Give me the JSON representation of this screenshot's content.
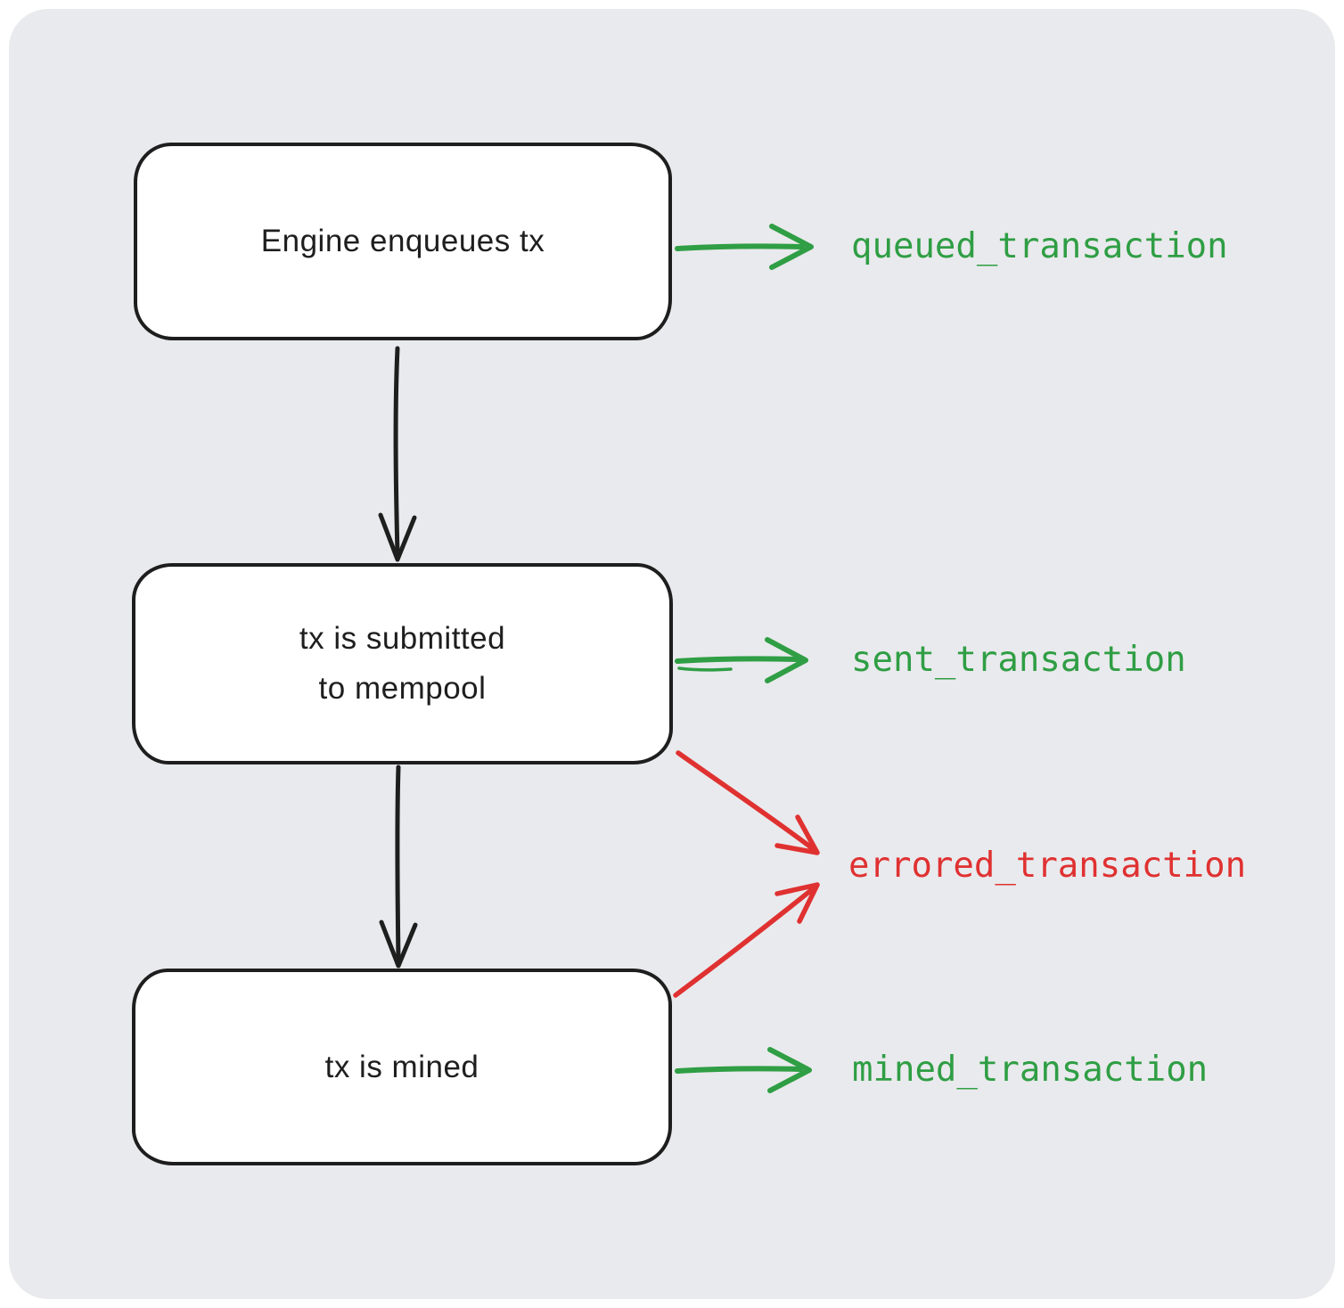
{
  "theme": {
    "bg": "#e9eaed",
    "ink": "#1e1e1e",
    "green": "#2f9e44",
    "red": "#e03131",
    "node-fill": "#ffffff"
  },
  "diagram": {
    "type": "flowchart",
    "nodes": [
      {
        "id": "engine-enqueues-tx",
        "label": "Engine enqueues tx"
      },
      {
        "id": "tx-submitted-to-mempool",
        "label": "tx is submitted\nto mempool"
      },
      {
        "id": "tx-is-mined",
        "label": "tx is mined"
      }
    ],
    "events": [
      {
        "id": "queued",
        "label": "queued_transaction",
        "color": "#2f9e44",
        "source": "engine-enqueues-tx"
      },
      {
        "id": "sent",
        "label": "sent_transaction",
        "color": "#2f9e44",
        "source": "tx-submitted-to-mempool"
      },
      {
        "id": "errored",
        "label": "errored_transaction",
        "color": "#e03131",
        "source": "tx-submitted-to-mempool, tx-is-mined"
      },
      {
        "id": "mined",
        "label": "mined_transaction",
        "color": "#2f9e44",
        "source": "tx-is-mined"
      }
    ],
    "flow_edges": [
      {
        "from": "engine-enqueues-tx",
        "to": "tx-submitted-to-mempool"
      },
      {
        "from": "tx-submitted-to-mempool",
        "to": "tx-is-mined"
      }
    ]
  }
}
